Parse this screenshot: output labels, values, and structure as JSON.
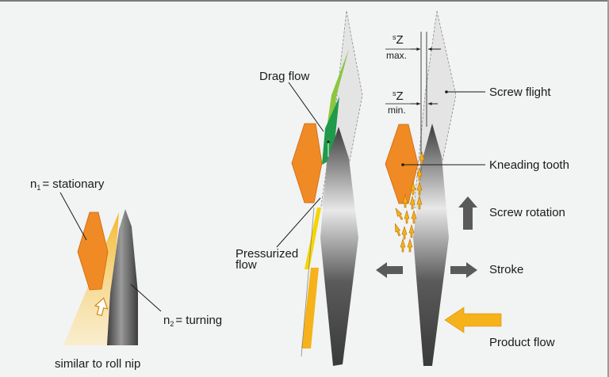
{
  "labels": {
    "n1_sub": "1",
    "n1_rest": "= stationary",
    "n2_sub": "2",
    "n2_rest": "= turning",
    "roll_nip": "similar to roll nip",
    "drag_flow": "Drag flow",
    "pressurized_line1": "Pressurized",
    "pressurized_line2": "flow",
    "sz_sup": "s",
    "sz_z": "Z",
    "sz_max": "max.",
    "sz_min": "min.",
    "screw_flight": "Screw flight",
    "kneading_tooth": "Kneading tooth",
    "screw_rotation": "Screw rotation",
    "stroke": "Stroke",
    "product_flow": "Product flow"
  },
  "colors": {
    "background": "#f2f3f3",
    "kneading_tooth": "#f08a24",
    "product": "#f5b21b",
    "drag_flow": "#1f9a4a",
    "arrow_grey": "#5a5a5a",
    "screw_dark": "#4a4a4a",
    "screw_light": "#d8d8d8"
  }
}
